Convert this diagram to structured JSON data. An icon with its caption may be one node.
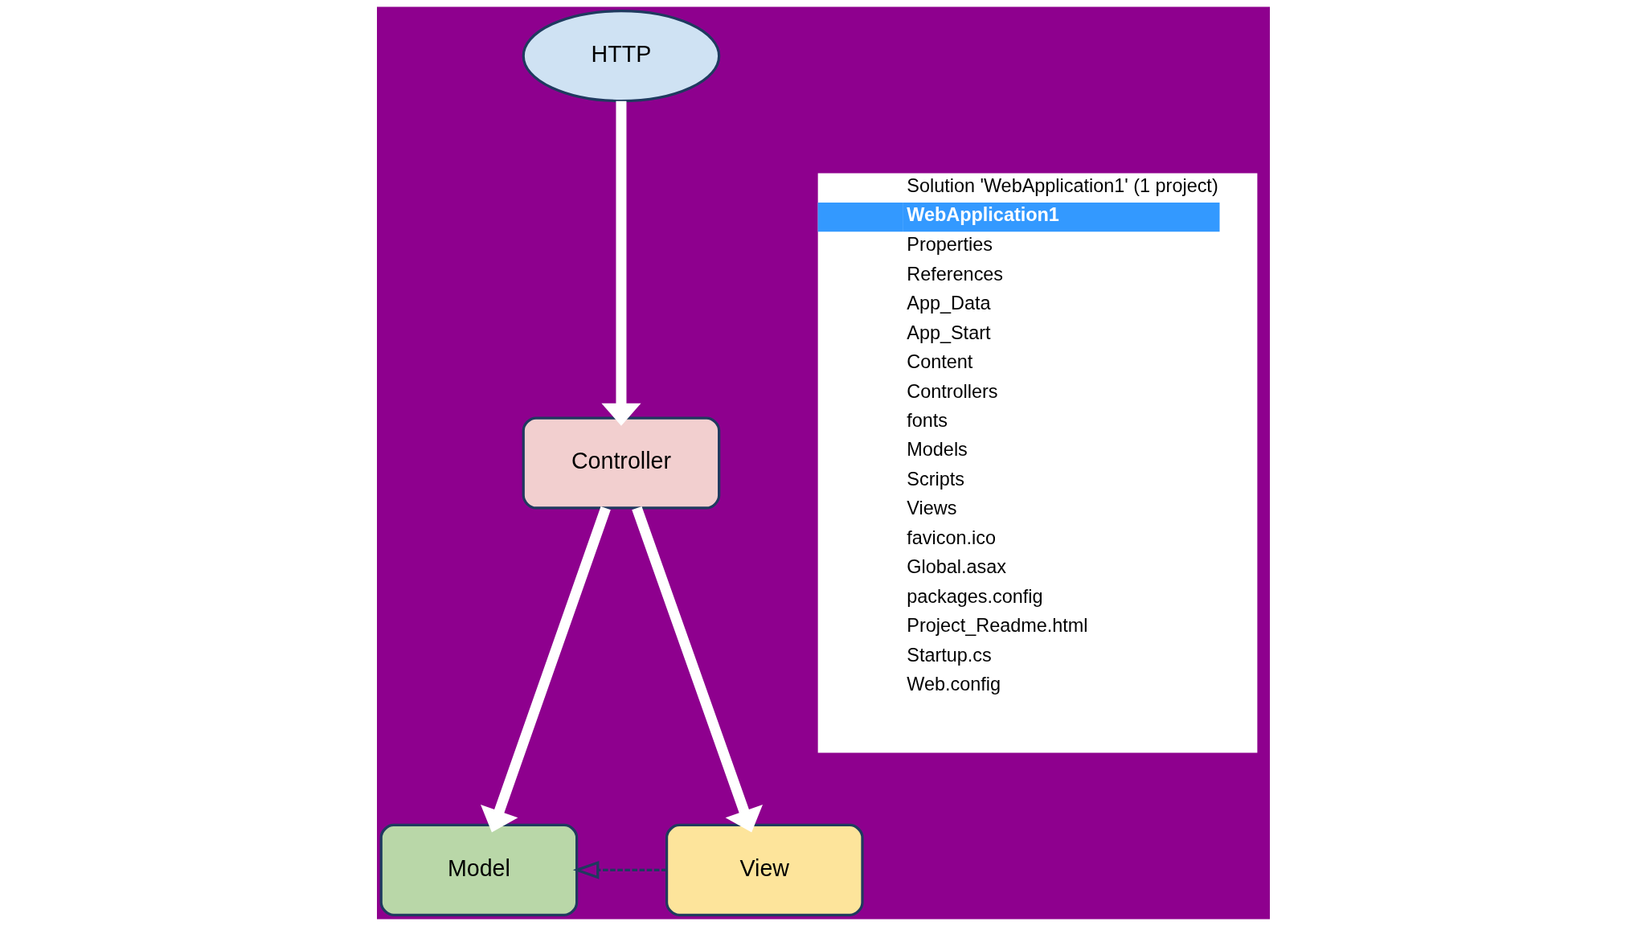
{
  "diagram": {
    "nodes": [
      {
        "text": [
          "HTTP"
        ]
      },
      {
        "text": [
          "Controller"
        ]
      },
      {
        "text": [
          "Model"
        ]
      },
      {
        "text": [
          "View"
        ]
      }
    ],
    "edges": [
      {
        "from": 0,
        "to": 1,
        "arrow": "to"
      },
      {
        "from": 1,
        "to": 2,
        "arrow": "to"
      },
      {
        "from": 1,
        "to": 3,
        "arrow": "to"
      },
      {
        "from": 3,
        "to": 2,
        "arrow": "to",
        "style": "dashed",
        "color": "#1f3a5f"
      }
    ],
    "labels": [
      "Solution 'WebApplication1' (1 project)",
      "WebApplication1",
      "Properties",
      "References",
      "App_Data",
      "App_Start",
      "Content",
      "Controllers",
      "fonts",
      "Models",
      "Scripts",
      "Views",
      "favicon.ico",
      "Global.asax",
      "packages.config",
      "Project_Readme.html",
      "Startup.cs",
      "Web.config"
    ]
  }
}
